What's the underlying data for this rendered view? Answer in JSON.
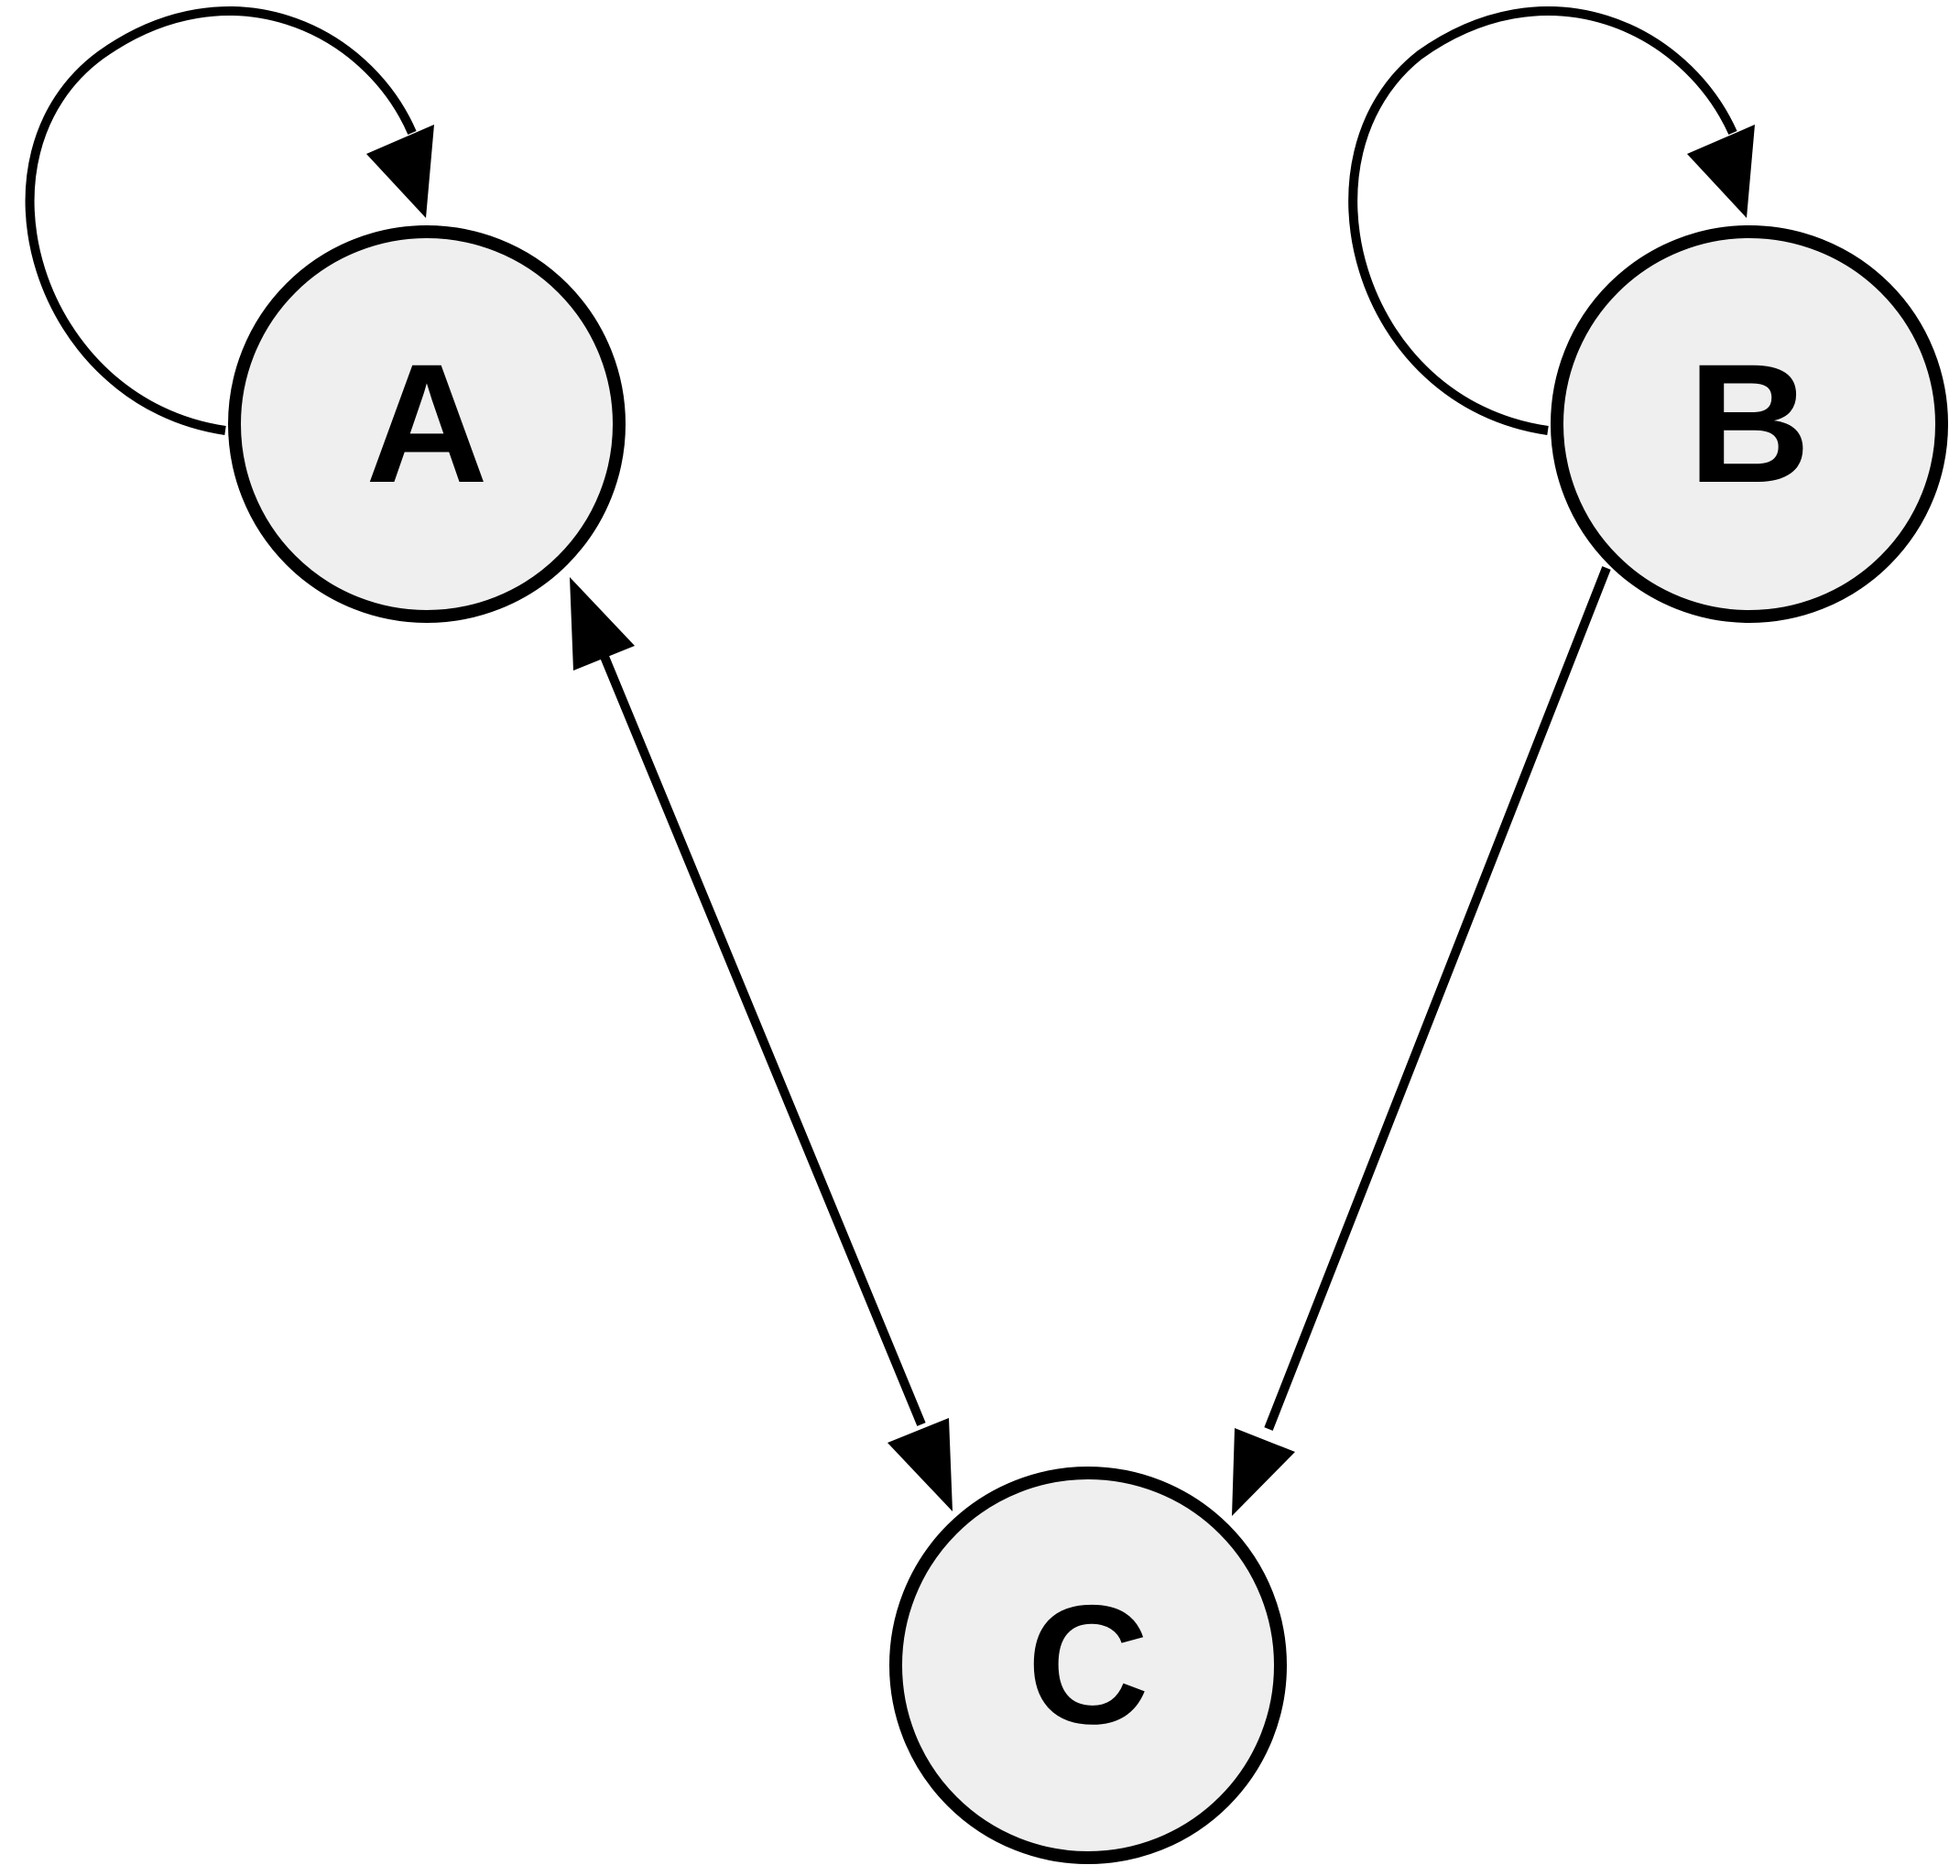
{
  "diagram": {
    "type": "directed-graph",
    "colors": {
      "node_fill": "#efefef",
      "node_stroke": "#000000",
      "edge": "#000000",
      "background": "#ffffff"
    },
    "nodes": [
      {
        "id": "A",
        "label": "A"
      },
      {
        "id": "B",
        "label": "B"
      },
      {
        "id": "C",
        "label": "C"
      }
    ],
    "edges": [
      {
        "from": "A",
        "to": "A",
        "kind": "self-loop"
      },
      {
        "from": "B",
        "to": "B",
        "kind": "self-loop"
      },
      {
        "from": "A",
        "to": "C",
        "kind": "bidirectional"
      },
      {
        "from": "B",
        "to": "C",
        "kind": "directed"
      }
    ]
  }
}
